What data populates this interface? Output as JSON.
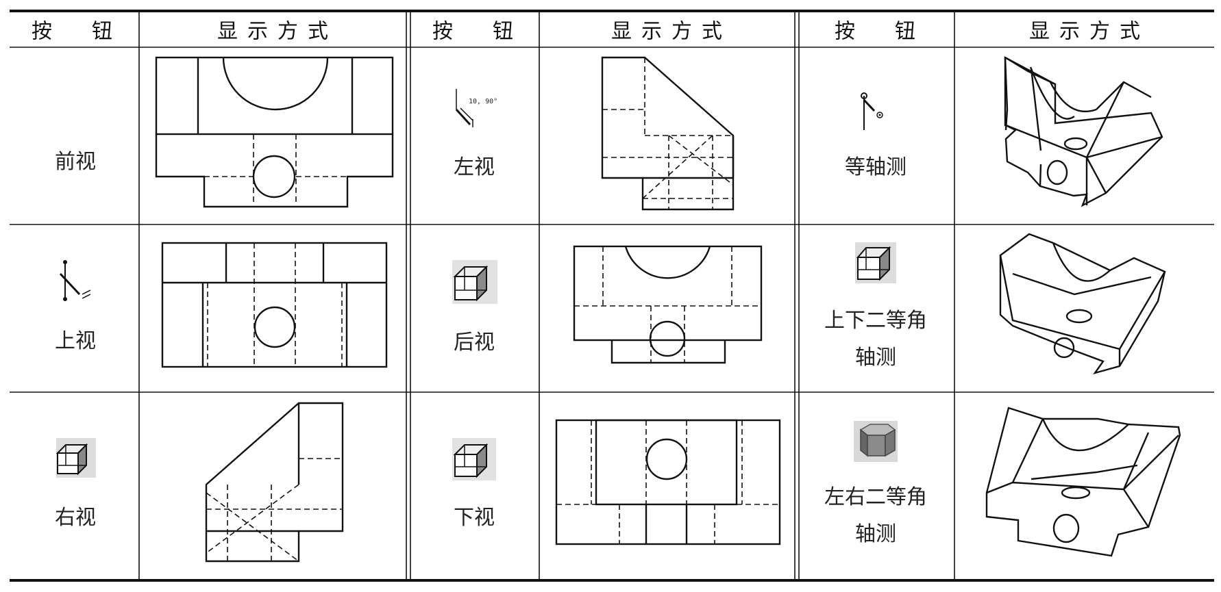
{
  "columns": {
    "button_header": "按　钮",
    "display_header": "显示方式"
  },
  "rows": [
    {
      "col1": "前视",
      "col2": "左视",
      "col3": "等轴测"
    },
    {
      "col1": "上视",
      "col2": "后视",
      "col3": "上下二等角",
      "col3_line2": "轴测"
    },
    {
      "col1": "右视",
      "col2": "下视",
      "col3": "左右二等角",
      "col3_line2": "轴测"
    }
  ],
  "icons": {
    "left_view_readout": "10, 90°"
  }
}
